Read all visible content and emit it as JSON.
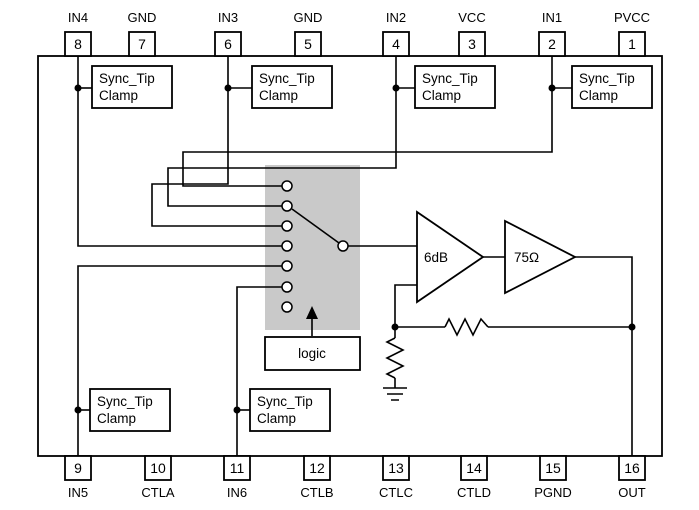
{
  "pins_top": [
    {
      "number": "8",
      "name": "IN4"
    },
    {
      "number": "7",
      "name": "GND"
    },
    {
      "number": "6",
      "name": "IN3"
    },
    {
      "number": "5",
      "name": "GND"
    },
    {
      "number": "4",
      "name": "IN2"
    },
    {
      "number": "3",
      "name": "VCC"
    },
    {
      "number": "2",
      "name": "IN1"
    },
    {
      "number": "1",
      "name": "PVCC"
    }
  ],
  "pins_bottom": [
    {
      "number": "9",
      "name": "IN5"
    },
    {
      "number": "10",
      "name": "CTLA"
    },
    {
      "number": "11",
      "name": "IN6"
    },
    {
      "number": "12",
      "name": "CTLB"
    },
    {
      "number": "13",
      "name": "CTLC"
    },
    {
      "number": "14",
      "name": "CTLD"
    },
    {
      "number": "15",
      "name": "PGND"
    },
    {
      "number": "16",
      "name": "OUT"
    }
  ],
  "blocks": {
    "sync_tip_clamp": {
      "line1": "Sync_Tip",
      "line2": "Clamp"
    },
    "logic": "logic",
    "amp_gain": "6dB",
    "amp_output": "75Ω"
  },
  "colors": {
    "line": "#000000",
    "mux_fill": "#c9c9c9",
    "background": "#ffffff"
  }
}
